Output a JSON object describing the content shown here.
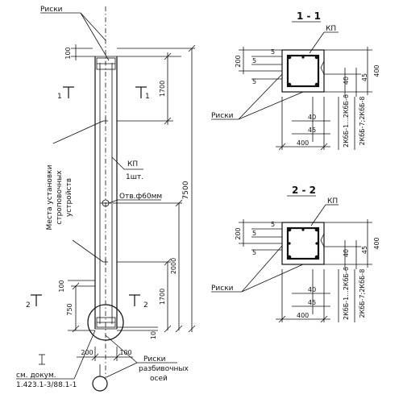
{
  "labels": {
    "riski_top": "Риски",
    "riski_sec1": "Риски",
    "riski_sec2": "Риски",
    "riski_bottom": "Риски",
    "razbivochnyh_osey": "разбивочных",
    "osey": "осей",
    "mesta_ustanovki_1": "Места установки",
    "mesta_ustanovki_2": "строповочных",
    "mesta_ustanovki_3": "устройств",
    "kp_main": "КП",
    "kp_qty": "1шт.",
    "otv": "Отв.ф60мм",
    "kp_sec1": "КП",
    "kp_sec2": "КП",
    "sm_dokum_1": "см. докум.",
    "sm_dokum_2": "1.423.1-3/88.1-1",
    "section_1_1": "1 - 1",
    "section_2_2": "2 - 2",
    "cut_1_left": "1",
    "cut_1_right": "1",
    "cut_2_left": "2",
    "cut_2_right": "2",
    "sec1_marks_1": "2КбБ-1...2КбБ-6",
    "sec1_marks_2": "2КбБ-7;2КбБ-8",
    "sec2_marks_1": "2КбБ-1...2КбБ-6",
    "sec2_marks_2": "2КбБ-7;2КбБ-8"
  },
  "dimensions": {
    "d100": "100",
    "d1700_top": "1700",
    "d7500": "7500",
    "d2000": "2000",
    "d1700_bot": "1700",
    "d750": "750",
    "d10": "10",
    "d200_bot": "200",
    "d100_bot": "100",
    "s1_200": "200",
    "s1_5a": "5",
    "s1_5b": "5",
    "s1_5c": "5",
    "s1_400v": "400",
    "s1_40": "40",
    "s1_45": "45",
    "s1_40b": "40",
    "s1_45b": "45",
    "s1_400h": "400",
    "s2_200": "200",
    "s2_5a": "5",
    "s2_5b": "5",
    "s2_5c": "5",
    "s2_400v": "400",
    "s2_40": "40",
    "s2_45": "45",
    "s2_40b": "40",
    "s2_45b": "45",
    "s2_400h": "400"
  }
}
